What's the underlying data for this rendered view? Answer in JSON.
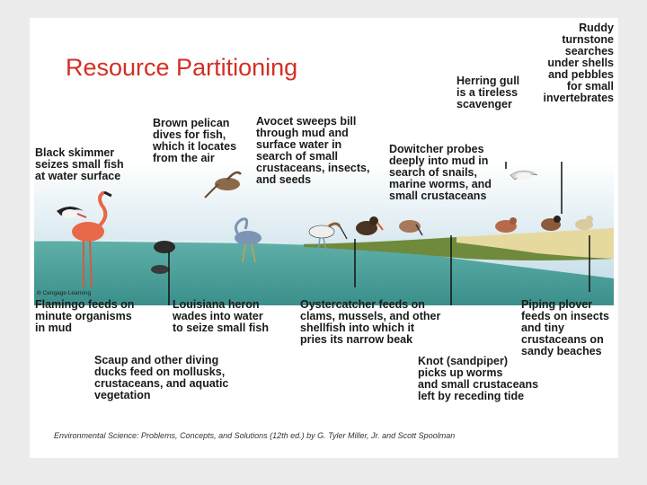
{
  "title": "Resource Partitioning",
  "credit": {
    "symbol": "©",
    "text": "Cengage Learning"
  },
  "citation": "Environmental Science: Problems, Concepts, and Solutions (12th ed.) by G. Tyler Miller, Jr. and Scott Spoolman",
  "labels": {
    "ruddy_turnstone": [
      "Ruddy",
      "turnstone",
      "searches",
      "under shells",
      "and pebbles",
      "for small",
      "invertebrates"
    ],
    "herring_gull": [
      "Herring gull",
      "is a tireless",
      "scavenger"
    ],
    "brown_pelican": [
      "Brown pelican",
      "dives for fish,",
      "which it locates",
      "from the air"
    ],
    "avocet": [
      "Avocet sweeps bill",
      "through mud and",
      "surface water in",
      "search of small",
      "crustaceans, insects,",
      "and seeds"
    ],
    "black_skimmer": [
      "Black skimmer",
      "seizes small fish",
      "at water surface"
    ],
    "dowitcher": [
      "Dowitcher probes",
      "deeply into mud in",
      "search of snails,",
      "marine worms, and",
      "small crustaceans"
    ],
    "flamingo": [
      "Flamingo feeds on",
      "minute organisms",
      "in mud"
    ],
    "louisiana_heron": [
      "Louisiana heron",
      "wades into water",
      "to seize small fish"
    ],
    "oystercatcher": [
      "Oystercatcher feeds on",
      "clams, mussels, and other",
      "shellfish into which it",
      "pries its narrow beak"
    ],
    "piping_plover": [
      "Piping plover",
      "feeds on insects",
      "and tiny",
      "crustaceans on",
      "sandy beaches"
    ],
    "scaup": [
      "Scaup and other diving",
      "ducks feed on mollusks,",
      "crustaceans, and aquatic",
      "vegetation"
    ],
    "knot": [
      "Knot (sandpiper)",
      "picks up worms",
      "and small crustaceans",
      "left by receding tide"
    ]
  },
  "colors": {
    "title": "#d42e24",
    "sky_top": "#ffffff",
    "sky_bottom": "#bcd8e4",
    "water": "#5fb0a9",
    "water_deep": "#3b8f8b",
    "mud": "#6f8a3c",
    "sand": "#e6d9a0",
    "flamingo": "#e8684a"
  },
  "icons": [
    "flamingo-icon",
    "skimmer-icon",
    "pelican-icon",
    "heron-icon",
    "avocet-icon",
    "oystercatcher-icon",
    "dowitcher-icon",
    "gull-icon",
    "knot-icon",
    "turnstone-icon",
    "plover-icon",
    "scaup-icon"
  ]
}
